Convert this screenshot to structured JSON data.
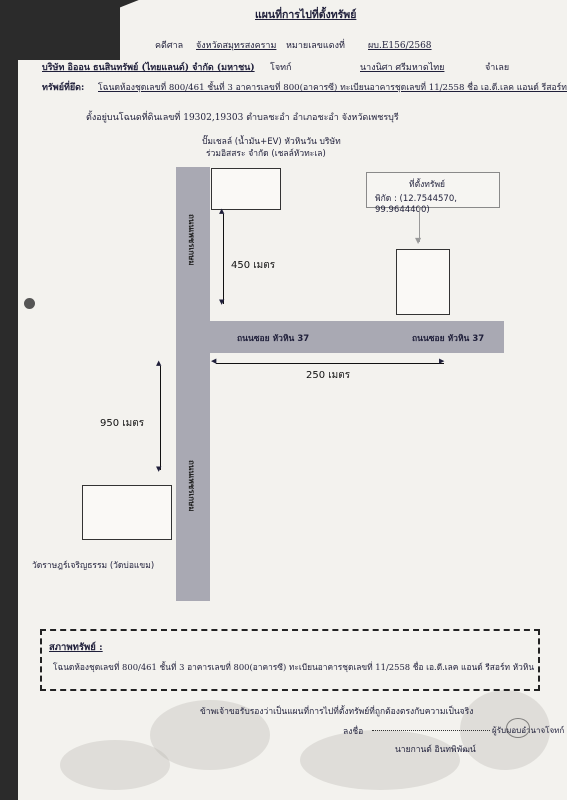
{
  "document": {
    "title": "แผนที่การไปที่ตั้งทรัพย์",
    "line1": {
      "court_label": "คดีศาล",
      "court_value": "จังหวัดสมุทรสงคราม",
      "case_label": "หมายเลขแดงที่",
      "case_value": "ผบ.E156/2568"
    },
    "line2": {
      "plaintiff": "บริษัท อิออน ธนสินทรัพย์ (ไทยแลนด์) จำกัด (มหาชน)",
      "plaintiff_label": "โจทก์",
      "defendant": "นางนิศา ศรีมหาดไทย",
      "defendant_label": "จำเลย"
    },
    "line3": {
      "asset_label": "ทรัพย์ที่ยึด:",
      "asset_value": "โฉนดห้องชุดเลขที่ 800/461 ชั้นที่ 3 อาคารเลขที่ 800(อาคารซี) ทะเบียนอาคารชุดเลขที่ 11/2558 ชื่อ เอ.ดี.เลค แอนด์ รีสอร์ท หัวหิน"
    },
    "line4": "ตั้งอยู่บนโฉนดที่ดินเลขที่ 19302,19303 ตำบลชะอำ อำเภอชะอำ จังหวัดเพชรบุรี"
  },
  "map": {
    "landmark_top": {
      "line1": "ปั๊มเชลล์ (น้ำมัน+EV) หัวหินวัน บริษัท",
      "line2": "ร่วมอิสสระ จำกัด (เชลล์หัวทะเล)"
    },
    "callout": {
      "title": "ที่ตั้งทรัพย์",
      "coords": "พิกัด : (12.7544570, 99.9644400)"
    },
    "main_road_label_upper": "ถนนเพชรเกษม",
    "main_road_label_lower": "ถนนเพชรเกษม",
    "soi_label_left": "ถนนซอย หัวหิน 37",
    "soi_label_right": "ถนนซอย หัวหิน 37",
    "dist_450": "450 เมตร",
    "dist_250": "250 เมตร",
    "dist_950": "950 เมตร",
    "temple_label": "วัดราษฎร์เจริญธรรม (วัดบ่อแขม)"
  },
  "status": {
    "label": "สภาพทรัพย์ :",
    "text": "โฉนดห้องชุดเลขที่ 800/461 ชั้นที่ 3 อาคารเลขที่ 800(อาคารซี) ทะเบียนอาคารชุดเลขที่ 11/2558 ชื่อ เอ.ดี.เลค แอนด์ รีสอร์ท หัวหิน"
  },
  "footer": {
    "certify": "ข้าพเจ้าขอรับรองว่าเป็นแผนที่การไปที่ตั้งทรัพย์ที่ถูกต้องตรงกับความเป็นจริง",
    "sign_label": "ลงชื่อ",
    "sign_role": "ผู้รับมอบอำนาจโจทก์",
    "sign_name": "นายกานต์ อินทพิพัฒน์"
  },
  "colors": {
    "paper": "#f3f2ee",
    "road": "#a9a9b3",
    "ink": "#1f1f3a"
  }
}
